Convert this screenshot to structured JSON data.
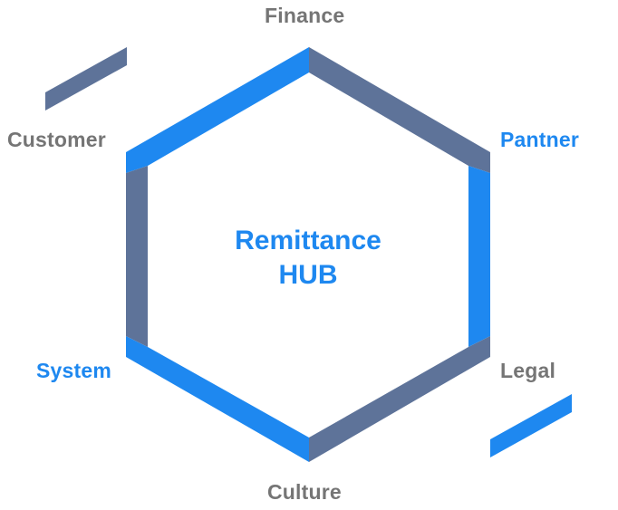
{
  "hub": {
    "title_line1": "Remittance",
    "title_line2": "HUB"
  },
  "nodes": {
    "top": "Finance",
    "upper_right": "Pantner",
    "lower_right": "Legal",
    "bottom": "Culture",
    "lower_left": "System",
    "upper_left": "Customer"
  },
  "colors": {
    "blue": "#1E88F0",
    "slate": "#5E7399",
    "gray_text": "#757575",
    "blue_text": "#1E88F0"
  }
}
